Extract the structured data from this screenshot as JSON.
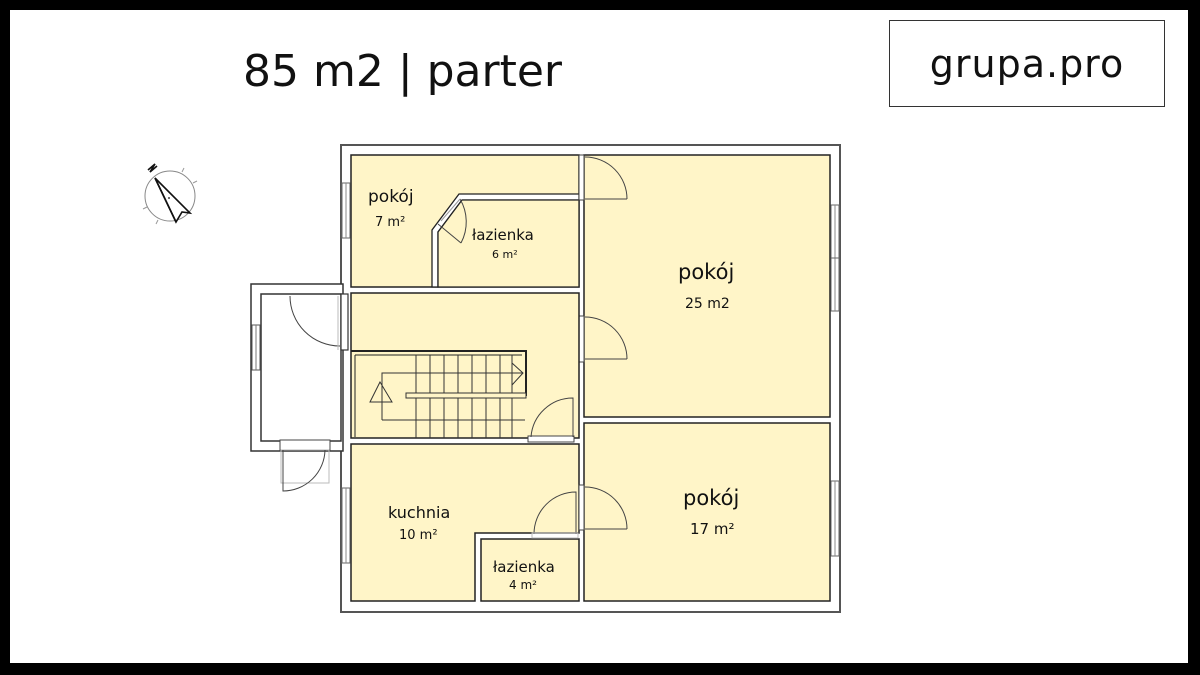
{
  "header": {
    "title": "85 m2 | parter"
  },
  "logo": {
    "text": "grupa.pro"
  },
  "compass": {
    "north_label": "N"
  },
  "colors": {
    "room_fill": "#FFF5C8",
    "wall": "#222222",
    "frame": "#000000",
    "background": "#FFFFFF"
  },
  "rooms": [
    {
      "id": "pokoj-small",
      "name": "pokój",
      "area": "7 m²"
    },
    {
      "id": "lazienka-top",
      "name": "łazienka",
      "area": "6 m²"
    },
    {
      "id": "pokoj-large",
      "name": "pokój",
      "area": "25 m2"
    },
    {
      "id": "hall-stairs",
      "name": "",
      "area": ""
    },
    {
      "id": "kuchnia",
      "name": "kuchnia",
      "area": "10 m²"
    },
    {
      "id": "lazienka-bottom",
      "name": "łazienka",
      "area": "4 m²"
    },
    {
      "id": "pokoj-medium",
      "name": "pokój",
      "area": "17 m²"
    }
  ]
}
